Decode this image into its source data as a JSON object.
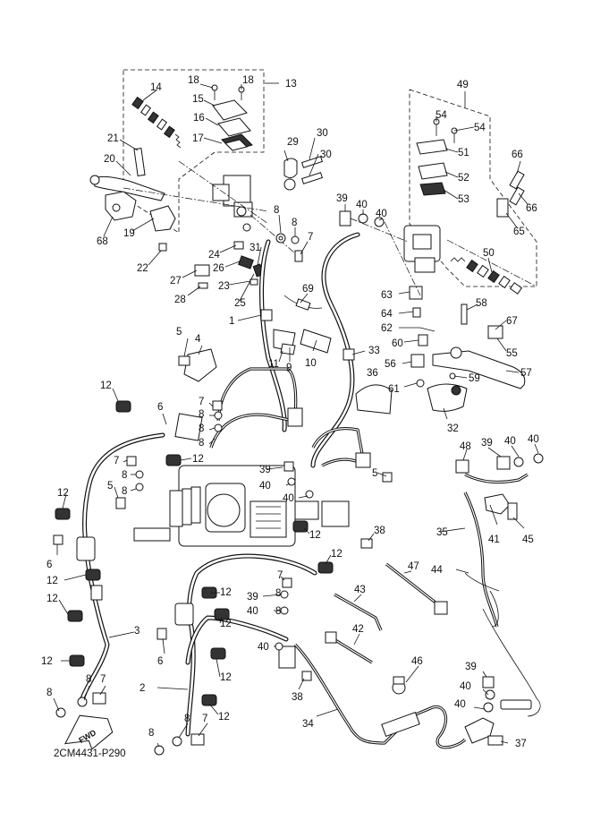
{
  "diagram": {
    "code": "2CM4431-P290",
    "fwd_label": "FWD",
    "callouts": [
      "1",
      "2",
      "3",
      "4",
      "5",
      "6",
      "7",
      "8",
      "9",
      "10",
      "11",
      "12",
      "13",
      "14",
      "15",
      "16",
      "17",
      "18",
      "19",
      "20",
      "21",
      "22",
      "23",
      "24",
      "25",
      "26",
      "27",
      "28",
      "29",
      "30",
      "31",
      "32",
      "33",
      "34",
      "35",
      "36",
      "37",
      "38",
      "39",
      "40",
      "41",
      "42",
      "43",
      "44",
      "45",
      "46",
      "47",
      "48",
      "49",
      "50",
      "51",
      "52",
      "53",
      "54",
      "55",
      "56",
      "57",
      "58",
      "59",
      "60",
      "61",
      "62",
      "63",
      "64",
      "65",
      "66",
      "67",
      "68",
      "69"
    ]
  }
}
